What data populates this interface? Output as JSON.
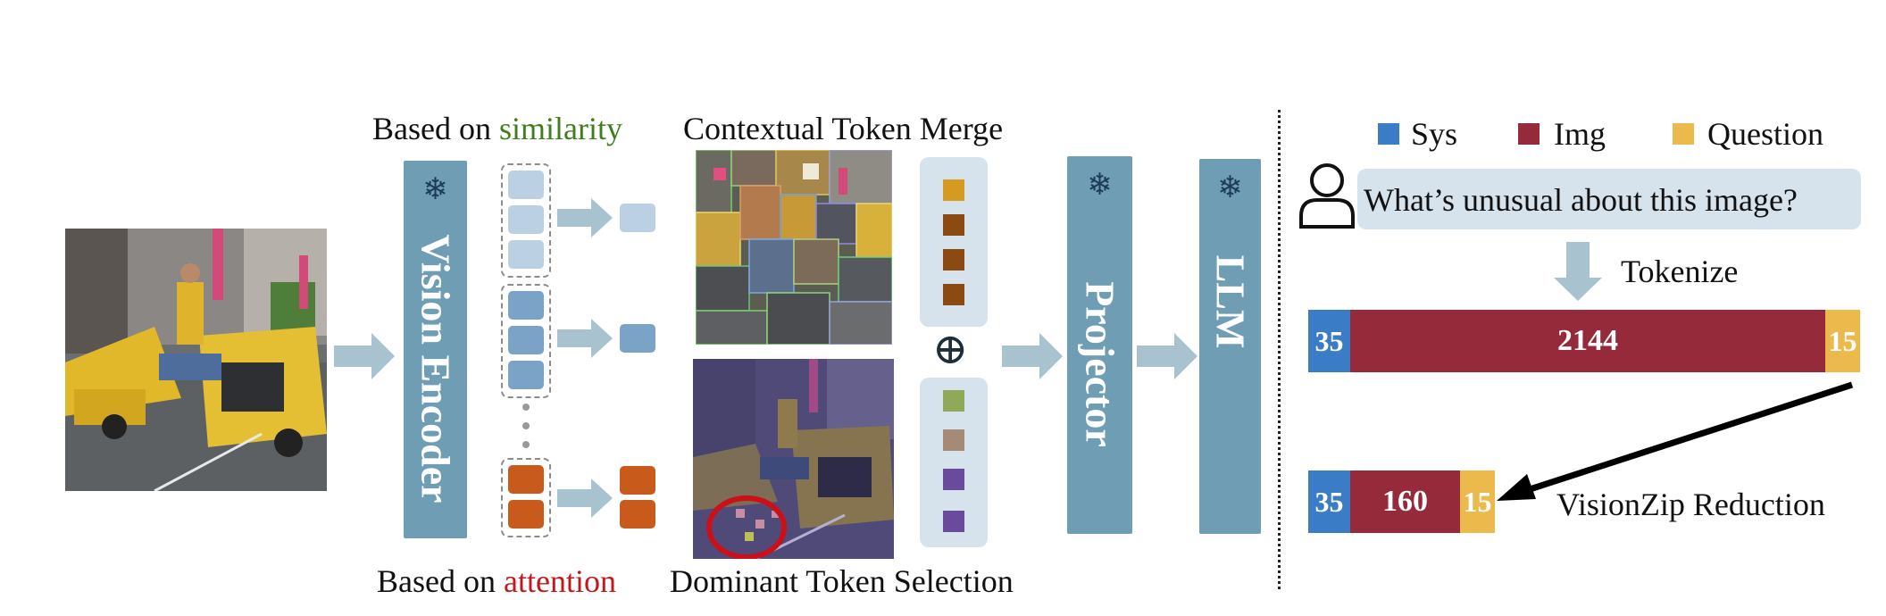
{
  "labels": {
    "similarity_prefix": "Based on ",
    "similarity_word": "similarity",
    "attention_prefix": "Based on ",
    "attention_word": "attention",
    "contextual_merge": "Contextual Token Merge",
    "dominant_selection": "Dominant Token Selection",
    "vision_encoder": "Vision Encoder",
    "projector": "Projector",
    "llm": "LLM",
    "plus": "⊕",
    "snowflake": "❄"
  },
  "legend": [
    {
      "label": "Sys",
      "color": "#3a7cc6"
    },
    {
      "label": "Img",
      "color": "#952b3a"
    },
    {
      "label": "Question",
      "color": "#ecb94d"
    }
  ],
  "question": "What’s unusual about this image?",
  "tokenize_label": "Tokenize",
  "reduction_label": "VisionZip Reduction",
  "bars": {
    "original": {
      "sys": "35",
      "img": "2144",
      "question": "15"
    },
    "reduced": {
      "sys": "35",
      "img": "160",
      "question": "15"
    }
  },
  "colors": {
    "bar_blue": "#6f9db3",
    "arrow": "#a8c3cf",
    "similarity_green": "#3f7d1e",
    "attention_red": "#c0181d",
    "light_token": "#bcd0e3",
    "mid_token": "#7ba3c8",
    "orange_token": "#c85a1b"
  },
  "icons": [
    "snowflake-icon",
    "person-icon",
    "plus-circle-icon"
  ]
}
